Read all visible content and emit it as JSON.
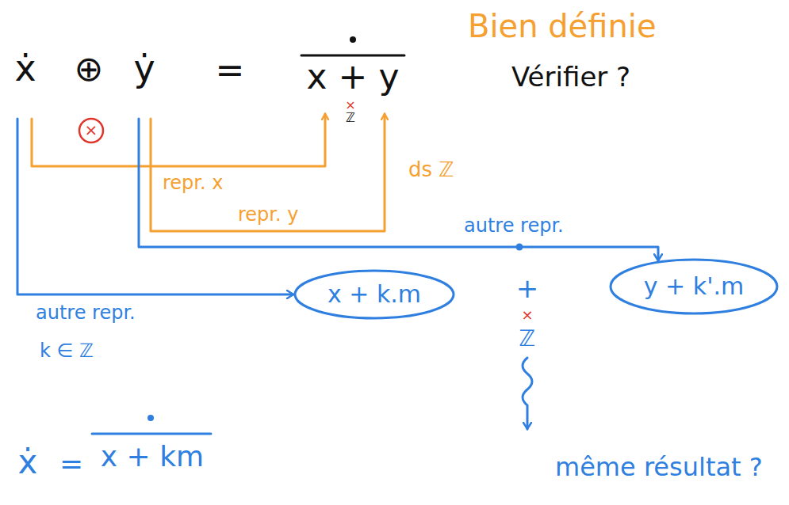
{
  "diagram": {
    "nodes": [
      {
        "text": [
          "x + k.m"
        ]
      },
      {
        "text": [
          "y + k'.m"
        ]
      }
    ],
    "labels": [
      "Bien définie",
      "Vérifier ?",
      "ẋ",
      "⊕",
      "ẏ",
      "=",
      "x + y",
      "×",
      "ℤ",
      "×",
      "repr. x",
      "ds ℤ",
      "autre repr.",
      "repr. y",
      "autre repr.",
      "k ∈ ℤ",
      "+",
      "×",
      "ℤ",
      "ẋ",
      "=",
      "x + km",
      "même résultat ?"
    ]
  }
}
